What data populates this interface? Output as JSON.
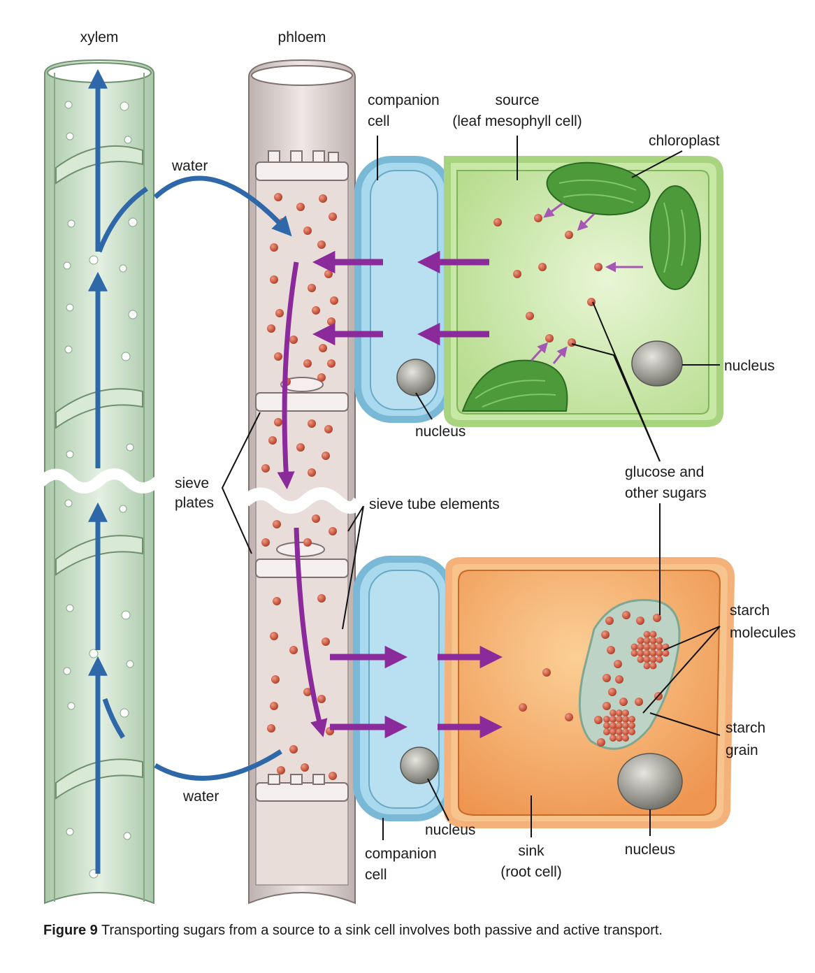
{
  "labels": {
    "xylem": "xylem",
    "phloem": "phloem",
    "companion_cell_top_1": "companion",
    "companion_cell_top_2": "cell",
    "source_1": "source",
    "source_2": "(leaf mesophyll cell)",
    "chloroplast": "chloroplast",
    "water_top": "water",
    "nucleus_right": "nucleus",
    "nucleus_companion_top": "nucleus",
    "sieve_plates_1": "sieve",
    "sieve_plates_2": "plates",
    "glucose_1": "glucose and",
    "glucose_2": "other sugars",
    "sieve_tube_elements": "sieve tube elements",
    "starch_molecules_1": "starch",
    "starch_molecules_2": "molecules",
    "starch_grain_1": "starch",
    "starch_grain_2": "grain",
    "water_bottom": "water",
    "nucleus_companion_bottom": "nucleus",
    "companion_cell_bottom_1": "companion",
    "companion_cell_bottom_2": "cell",
    "sink_1": "sink",
    "sink_2": "(root cell)",
    "nucleus_sink": "nucleus"
  },
  "caption": {
    "figure": "Figure 9",
    "text": "Transporting sugars from a source to a sink cell involves both passive and active transport."
  },
  "colors": {
    "xylem_fill": "#cfe3cf",
    "phloem_fill": "#ddd3d1",
    "companion_fill": "#a9d9ee",
    "source_fill": "#c8e8a6",
    "sink_fill": "#f3a565",
    "sugar_dot": "#c4452d",
    "water_arrow": "#2e68a8",
    "transport_arrow": "#8a2a9b"
  }
}
